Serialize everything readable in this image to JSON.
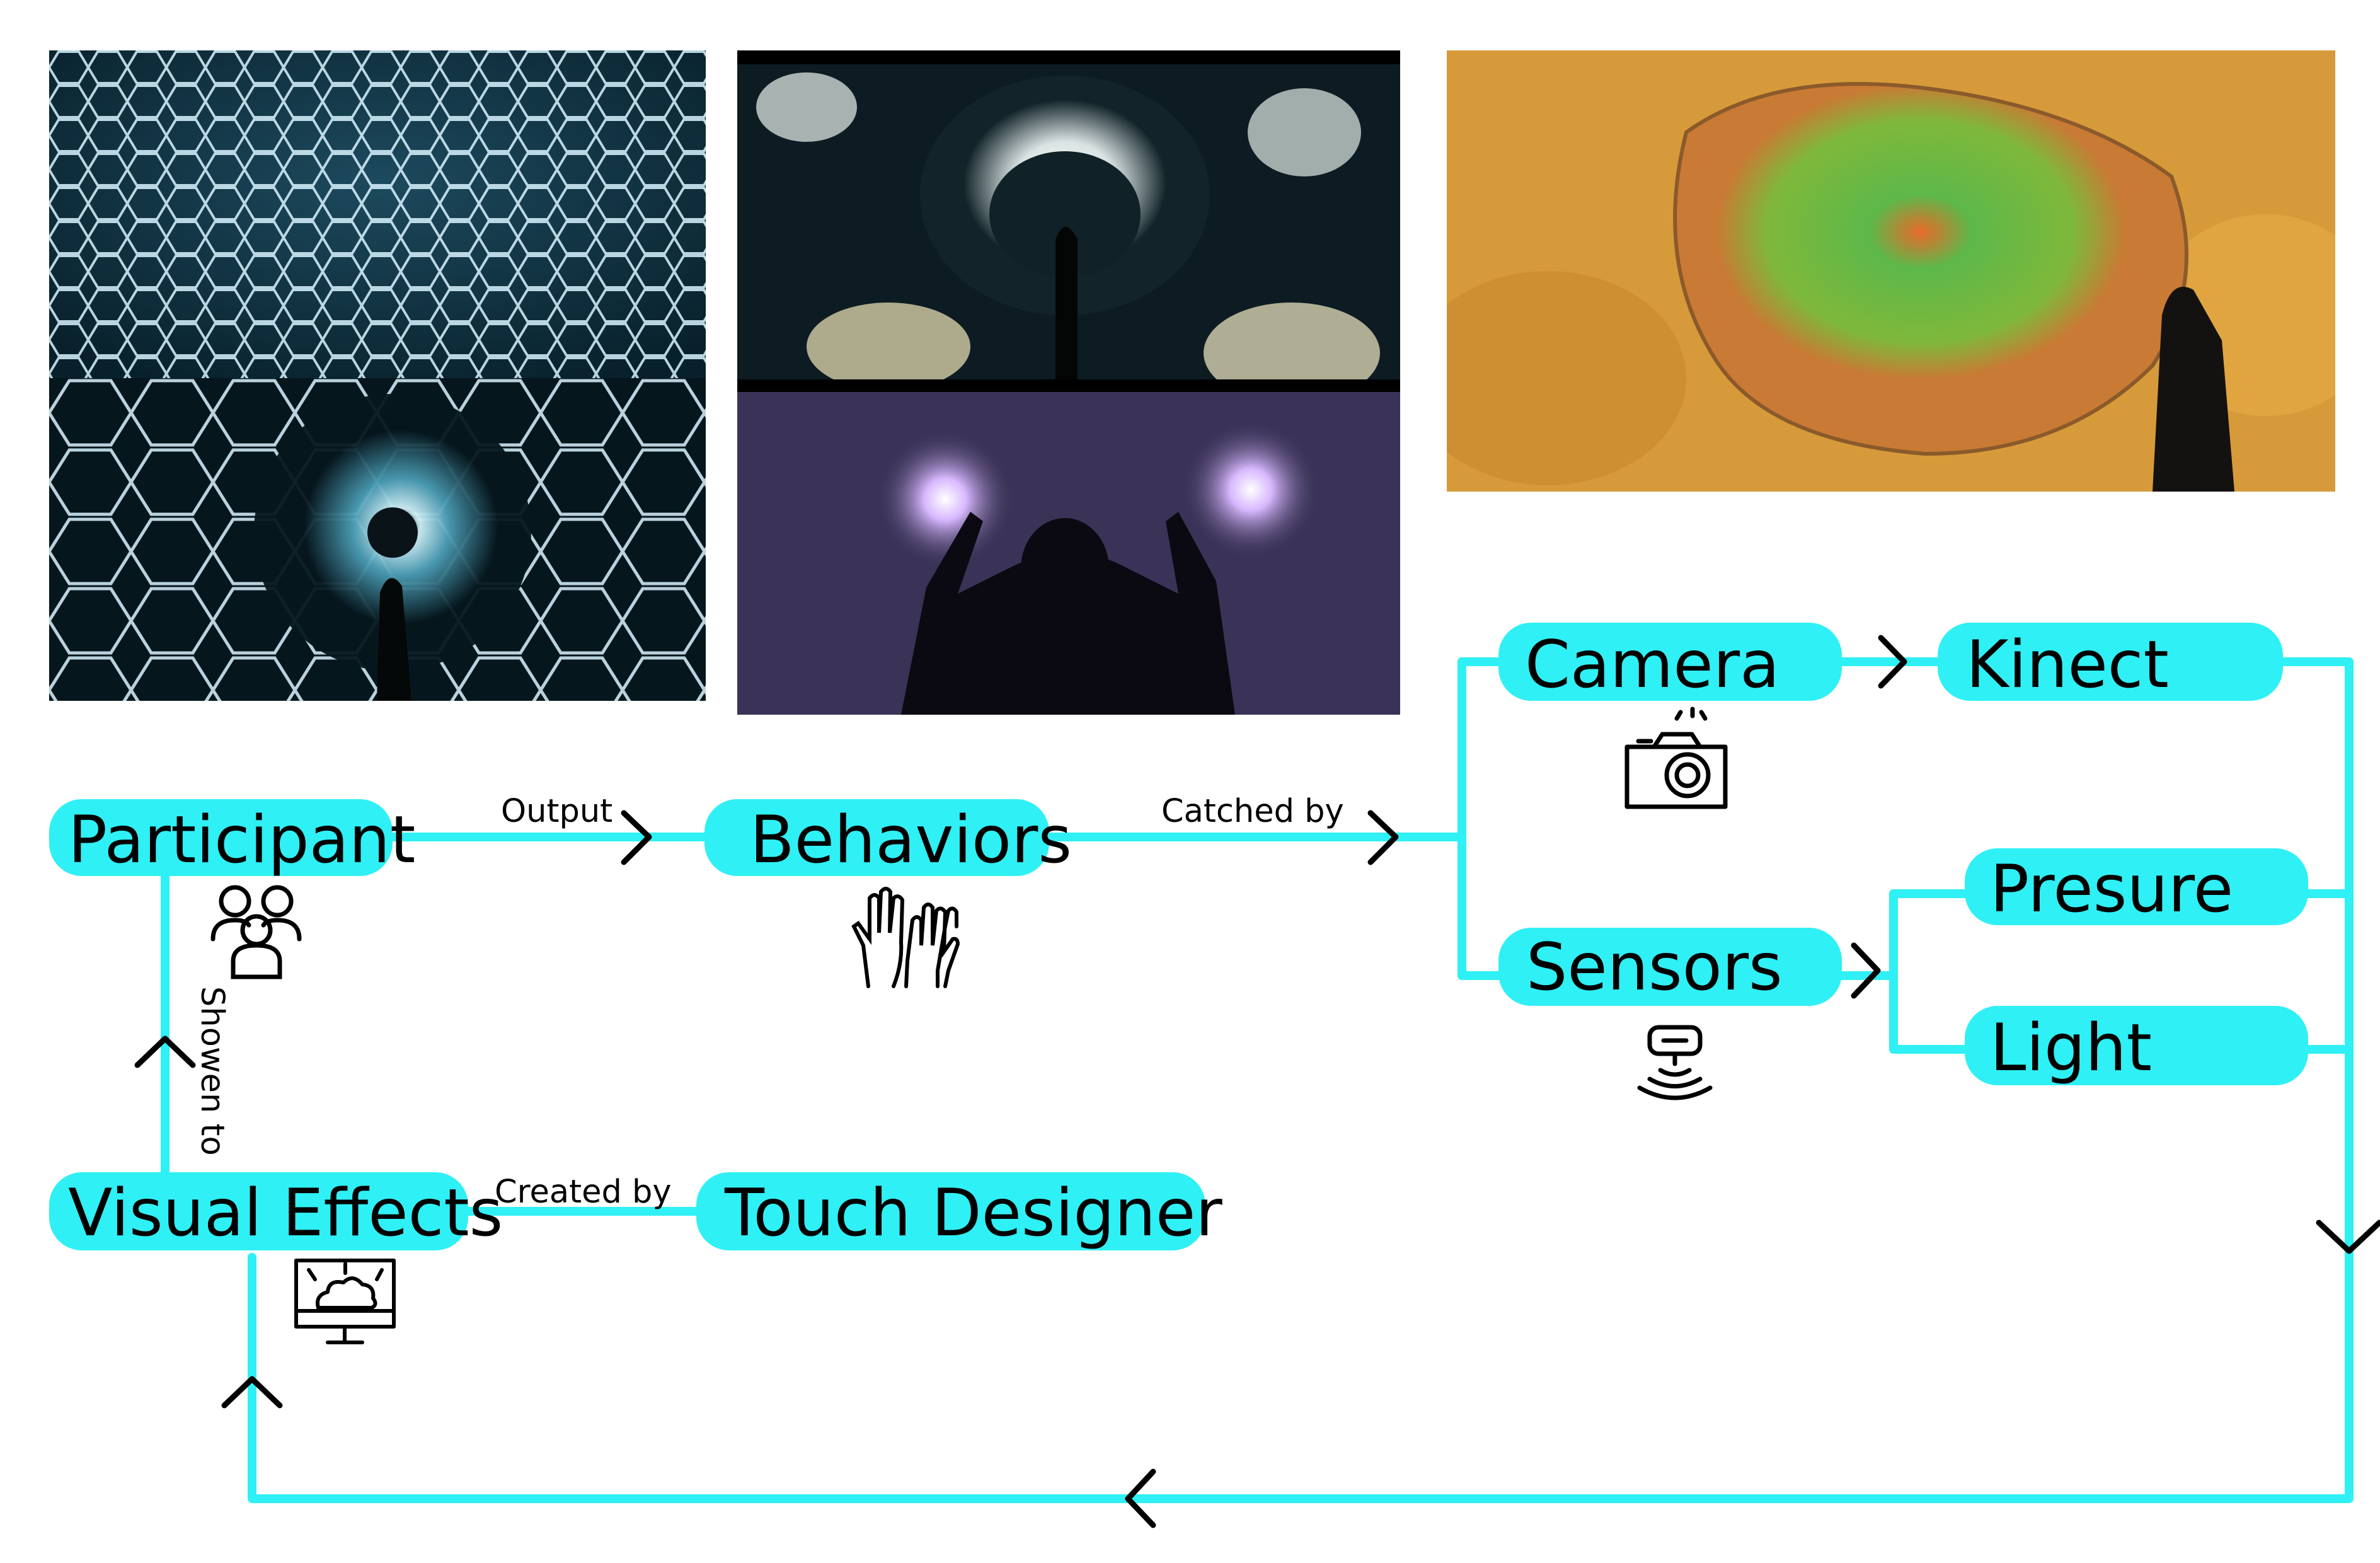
{
  "colors": {
    "accent": "#2FF0F5",
    "ink": "#000000"
  },
  "photos": [
    {
      "name": "cell-network-photo-upper"
    },
    {
      "name": "cell-network-photo-lower"
    },
    {
      "name": "bloom-projection-photo"
    },
    {
      "name": "hands-light-photo"
    },
    {
      "name": "orange-wall-photo"
    }
  ],
  "nodes": {
    "participant": "Participant",
    "behaviors": "Behaviors",
    "camera": "Camera",
    "kinect": "Kinect",
    "sensors": "Sensors",
    "presure": "Presure",
    "light": "Light",
    "visual_effects": "Visual Effects",
    "touch_designer": "Touch Designer"
  },
  "edges": {
    "output": "Output",
    "catched_by": "Catched by",
    "created_by": "Created by",
    "showen_to": "Showen to"
  },
  "icons": {
    "participant": "people-icon",
    "behaviors": "raised-hands-icon",
    "camera": "camera-icon",
    "sensors": "sensor-icon",
    "visual_effects": "monitor-effects-icon"
  }
}
